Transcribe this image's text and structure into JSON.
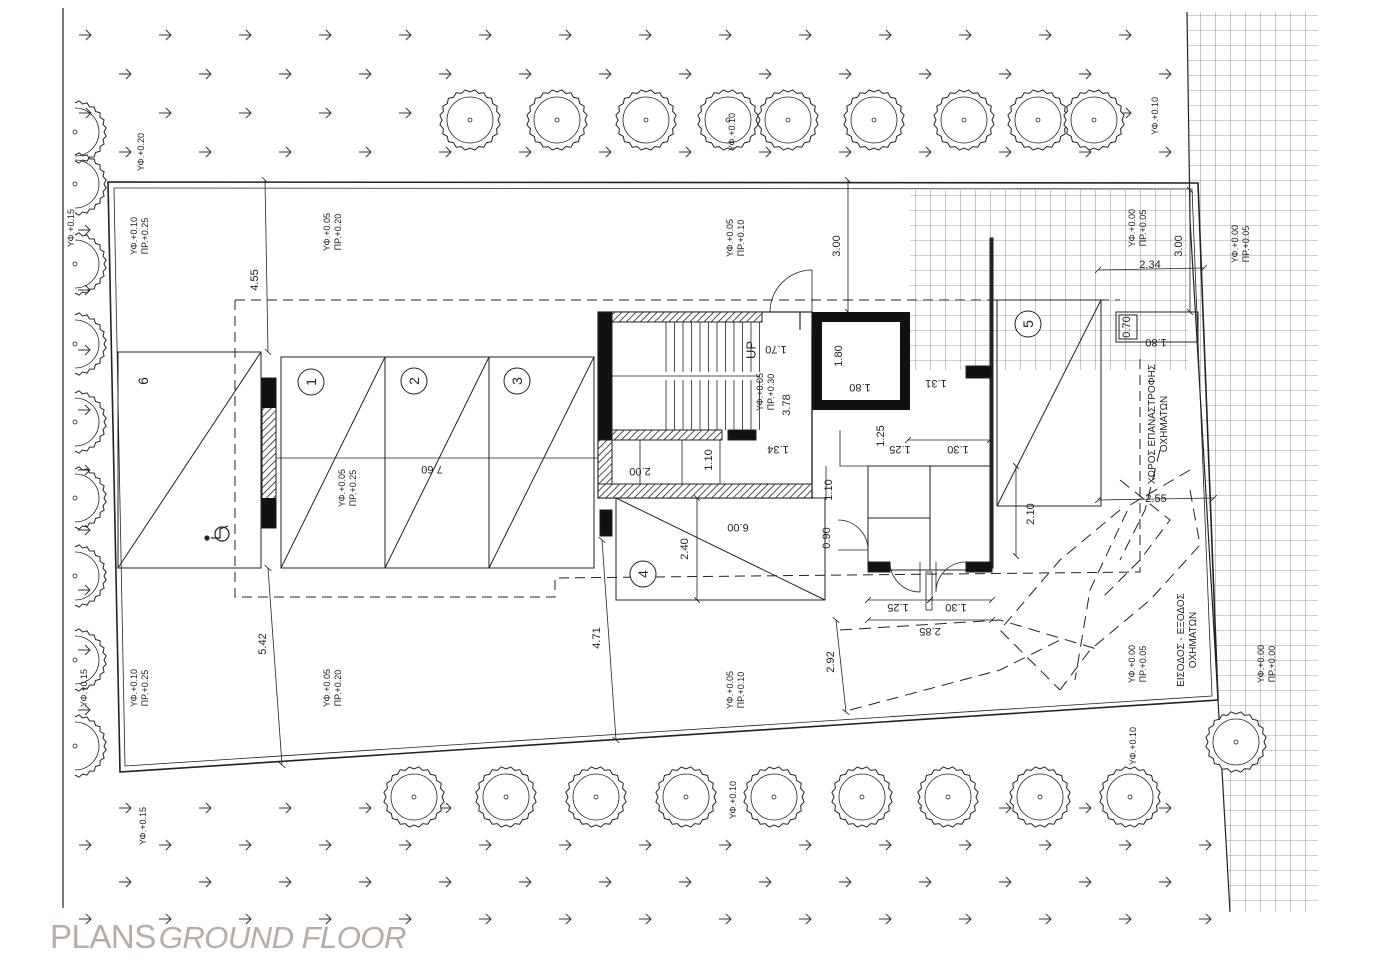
{
  "caption": {
    "title": "PLANS",
    "subtitle": "GROUND FLOOR"
  },
  "spaces": {
    "s1": "1",
    "s2": "2",
    "s3": "3",
    "s4": "4",
    "s5": "5",
    "s6": "6"
  },
  "stair_label": "UP",
  "levels": {
    "l1": "ΥΦ.+0.20",
    "l2": "ΥΦ.+0.10",
    "l3": "ΠΡ.+0.25",
    "l4": "ΥΦ.+0.05",
    "l5": "ΠΡ.+0.20",
    "l6": "ΥΦ.+0.05",
    "l7": "ΠΡ.+0.10",
    "l8": "ΥΦ.+0.10",
    "l9": "ΥΦ.+0.00",
    "l10": "ΠΡ.+0.05",
    "l11": "ΥΦ.+0.00",
    "l12": "ΠΡ.+0.05",
    "l13": "ΥΦ.+0.15",
    "l14": "ΥΦ.+0.05",
    "l15": "ΠΡ.+0.30",
    "l16": "ΥΦ.+0.05",
    "l17": "ΠΡ.+0.25",
    "l18": "ΥΦ.+0.10",
    "l19": "ΠΡ.+0.25",
    "l20": "ΥΦ.+0.05",
    "l21": "ΠΡ.+0.20",
    "l22": "ΥΦ.+0.05",
    "l23": "ΠΡ.+0.10",
    "l24": "ΥΦ.+0.00",
    "l25": "ΠΡ.+0.05",
    "l26": "ΥΦ.+0.00",
    "l27": "ΠΡ.+0.00",
    "l28": "ΥΦ.+0.15",
    "l29": "ΥΦ.+0.15",
    "l30": "ΥΦ.+0.10",
    "l31": "ΥΦ.+0.10",
    "l32": "ΥΦ.+0.10"
  },
  "dims": {
    "d1": "4.55",
    "d2": "3.00",
    "d3": "3.00",
    "d4": "2.34",
    "d5": "0.70",
    "d6": "1.80",
    "d7": "1.70",
    "d8": "3.78",
    "d9": "1.80",
    "d10": "1.80",
    "d11": "1.31",
    "d12": "1.34",
    "d13": "1.25",
    "d14": "1.30",
    "d15": "2.00",
    "d16": "1.10",
    "d17": "7.60",
    "d18": "1.10",
    "d19": "6.00",
    "d20": "2.40",
    "d21": "0.90",
    "d22": "2.10",
    "d23": "2.55",
    "d24": "1.25",
    "d25": "1.30",
    "d26": "2.85",
    "d27": "2.92",
    "d28": "5.42",
    "d29": "4.71",
    "d30": "1.25"
  },
  "notes": {
    "turning_area_1": "ΧΩΡΟΣ ΕΠΑΝΑΣΤΡΟΦΗΣ",
    "turning_area_2": "ΟΧΗΜΑΤΩΝ",
    "entrance_1": "ΕΙΣΟΔΟΣ - ΕΞΟΔΟΣ",
    "entrance_2": "ΟΧΗΜΑΤΩΝ"
  },
  "icons": {
    "accessible_parking": "wheelchair-icon"
  },
  "colors": {
    "line": "#222222",
    "caption": "#b8aca4"
  }
}
